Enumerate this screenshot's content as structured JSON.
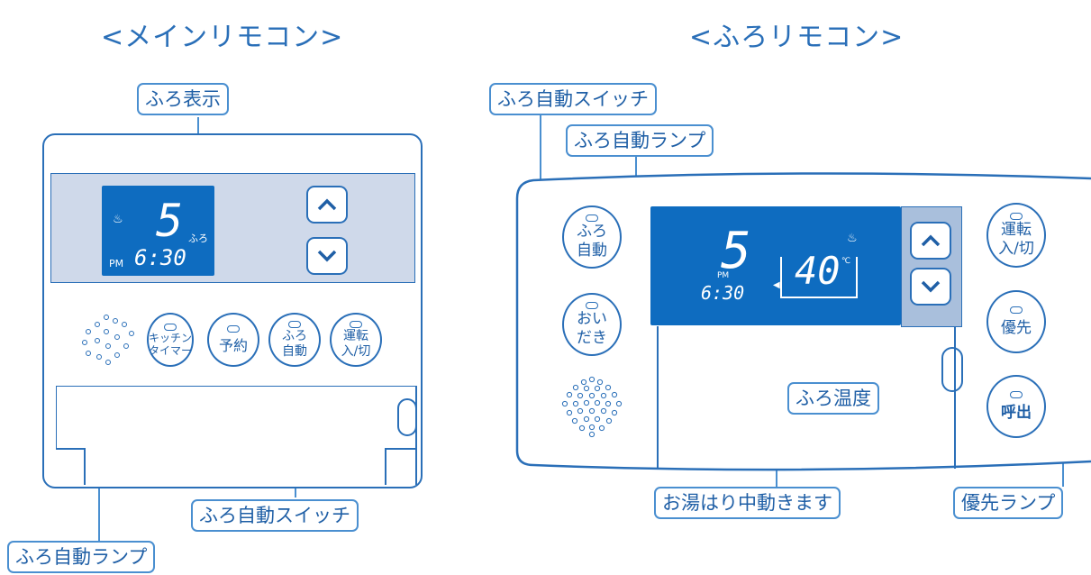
{
  "headings": {
    "main_remote": "<メインリモコン>",
    "bath_remote": "<ふろリモコン>"
  },
  "main_remote": {
    "display": {
      "big_digit": "5",
      "furo_mark": "ふろ",
      "pm": "PM",
      "time": "6:30"
    },
    "buttons": {
      "kitchen_timer": "キッチン\nタイマー",
      "reservation": "予約",
      "furo_auto": "ふろ\n自動",
      "power": "運転\n入/切"
    },
    "callouts": {
      "furo_display": "ふろ表示",
      "furo_auto_switch": "ふろ自動スイッチ",
      "furo_auto_lamp": "ふろ自動ランプ"
    }
  },
  "bath_remote": {
    "display": {
      "big_digit": "5",
      "pm": "PM",
      "time": "6:30",
      "temperature": "40",
      "unit": "℃"
    },
    "buttons": {
      "furo_auto": "ふろ\n自動",
      "oidaki": "おい\nだき",
      "power": "運転\n入/切",
      "priority": "優先",
      "call": "呼出"
    },
    "callouts": {
      "furo_auto_switch": "ふろ自動スイッチ",
      "furo_auto_lamp": "ふろ自動ランプ",
      "furo_temp": "ふろ温度",
      "filling": "お湯はり中動きます",
      "priority_lamp": "優先ランプ"
    }
  },
  "colors": {
    "outline": "#2a6fb8",
    "lcd": "#0e6cc0",
    "panel": "#cfd9ea",
    "text": "#1f5fa6"
  }
}
